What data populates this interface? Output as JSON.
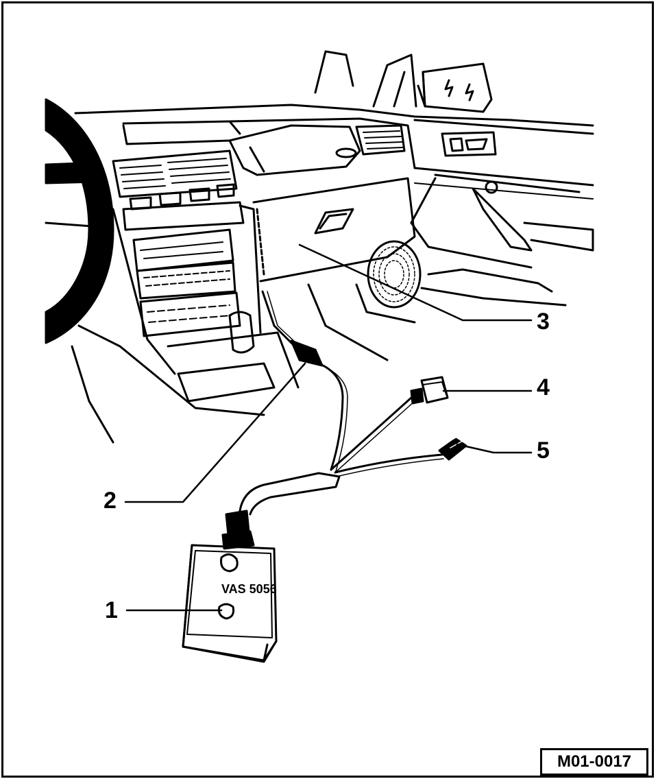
{
  "device": {
    "label": "VAS 5056"
  },
  "callouts": {
    "c1": "1",
    "c2": "2",
    "c3": "3",
    "c4": "4",
    "c5": "5"
  },
  "figure": {
    "ref": "M01-0017"
  },
  "colors": {
    "ink": "#000000",
    "paper": "#ffffff"
  }
}
